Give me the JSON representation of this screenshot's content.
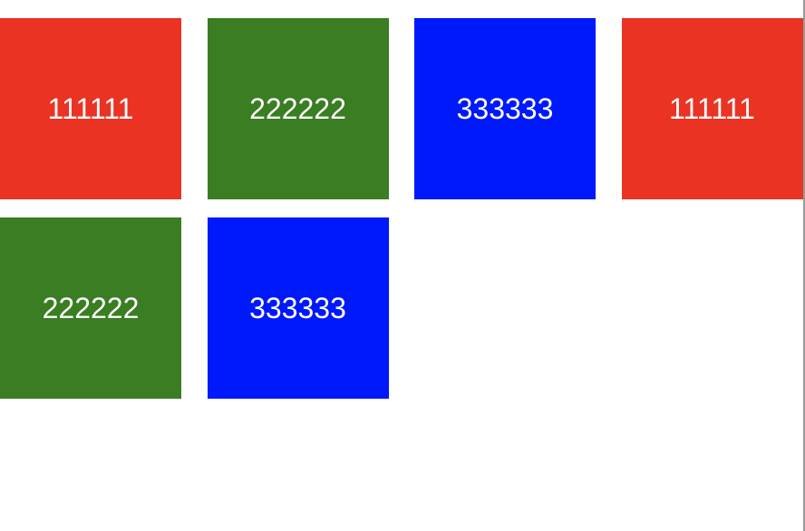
{
  "colors": {
    "red": "#EA3323",
    "green": "#3A7D22",
    "blue": "#0019FB"
  },
  "tiles": [
    {
      "label": "111111",
      "color": "red"
    },
    {
      "label": "222222",
      "color": "green"
    },
    {
      "label": "333333",
      "color": "blue"
    },
    {
      "label": "111111",
      "color": "red"
    },
    {
      "label": "222222",
      "color": "green"
    },
    {
      "label": "333333",
      "color": "blue"
    }
  ]
}
